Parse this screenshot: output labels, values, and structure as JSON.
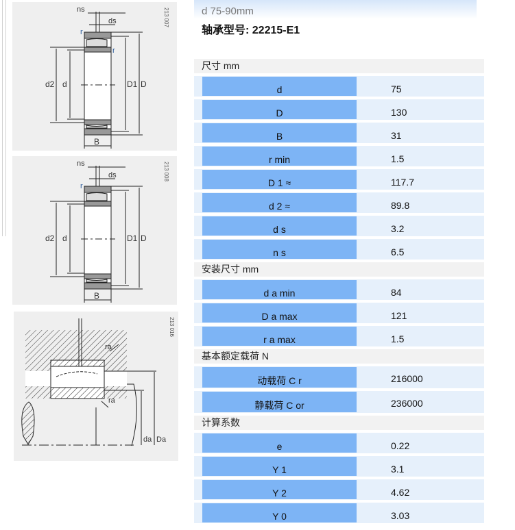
{
  "header": {
    "range": "d 75-90mm",
    "model": "轴承型号: 22215-E1"
  },
  "figures": [
    {
      "code": "213 007",
      "labels": {
        "ns": "ns",
        "ds": "ds",
        "r": "r",
        "d2": "d2",
        "d": "d",
        "D1": "D1",
        "D": "D",
        "B": "B"
      }
    },
    {
      "code": "213 008",
      "labels": {
        "ns": "ns",
        "ds": "ds",
        "r": "r",
        "d2": "d2",
        "d": "d",
        "D1": "D1",
        "D": "D",
        "B": "B"
      }
    },
    {
      "code": "213 016",
      "labels": {
        "ra": "ra",
        "da": "da",
        "Da": "Da"
      }
    }
  ],
  "sections": [
    {
      "title": "尺寸 mm",
      "rows": [
        {
          "label": "d",
          "value": "75"
        },
        {
          "label": "D",
          "value": "130"
        },
        {
          "label": "B",
          "value": "31"
        },
        {
          "label": "r min",
          "value": "1.5"
        },
        {
          "label": "D 1 ≈",
          "value": "117.7"
        },
        {
          "label": "d 2 ≈",
          "value": "89.8"
        },
        {
          "label": "d s",
          "value": "3.2"
        },
        {
          "label": "n s",
          "value": "6.5"
        }
      ]
    },
    {
      "title": "安装尺寸 mm",
      "rows": [
        {
          "label": "d a min",
          "value": "84"
        },
        {
          "label": "D a max",
          "value": "121"
        },
        {
          "label": "r a max",
          "value": "1.5"
        }
      ]
    },
    {
      "title": "基本额定载荷 N",
      "rows": [
        {
          "label": "动载荷 C r",
          "value": "216000"
        },
        {
          "label": "静载荷 C or",
          "value": "236000"
        }
      ]
    },
    {
      "title": "计算系数",
      "rows": [
        {
          "label": "e",
          "value": "0.22"
        },
        {
          "label": "Y 1",
          "value": "3.1"
        },
        {
          "label": "Y 2",
          "value": "4.62"
        },
        {
          "label": "Y 0",
          "value": "3.03"
        }
      ]
    }
  ]
}
